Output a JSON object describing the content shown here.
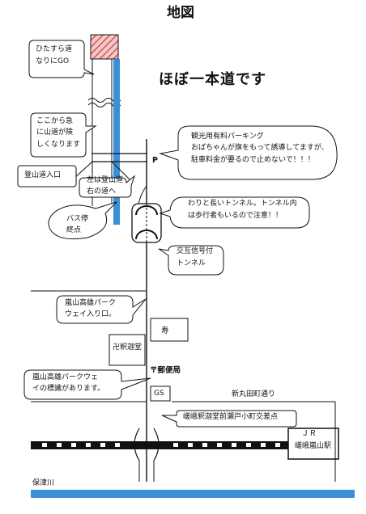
{
  "title": "地図",
  "headline": "ほぼ一本道です",
  "callouts": {
    "hitasura": [
      "ひたすら道",
      "なりにGO"
    ],
    "kyu_yamamichi": [
      "ここから急",
      "に山道が険",
      "しくなります"
    ],
    "tozanguchi": "登山道入口",
    "hidari_tozan": [
      "左は登山道",
      "右の道へ"
    ],
    "bus": [
      "バス停",
      "終点"
    ],
    "parking": [
      "観光用有料パーキング",
      "おばちゃんが旗をもって誘導してますが、",
      "駐車料金が要るので止めないで！！！"
    ],
    "tunnel_long": [
      "わりと長いトンネル。トンネル内",
      "は歩行者もいるので注意！！"
    ],
    "tunnel_signal": [
      "交互信号付",
      "トンネル"
    ],
    "parkway_entry": [
      "嵐山高雄パーク",
      "ウェイ入り口。"
    ],
    "parkway_sign": [
      "嵐山高雄パークウェ",
      "イの標識があります。"
    ],
    "crossing": "嵯峨釈迦堂前瀬戸小町交差点"
  },
  "labels": {
    "p_mark": "P",
    "kotobuki": "寿",
    "shakado": "卍釈迦堂",
    "post_office": "〒郵便局",
    "gs": "GS",
    "shinmaruta": "新丸田町通り",
    "jr": "ＪＲ",
    "station": "嵯峨嵐山駅",
    "river": "保津川"
  },
  "colors": {
    "accent_blue": "#3a8fd8",
    "hatch_red": "#d04040",
    "ink": "#111111"
  }
}
